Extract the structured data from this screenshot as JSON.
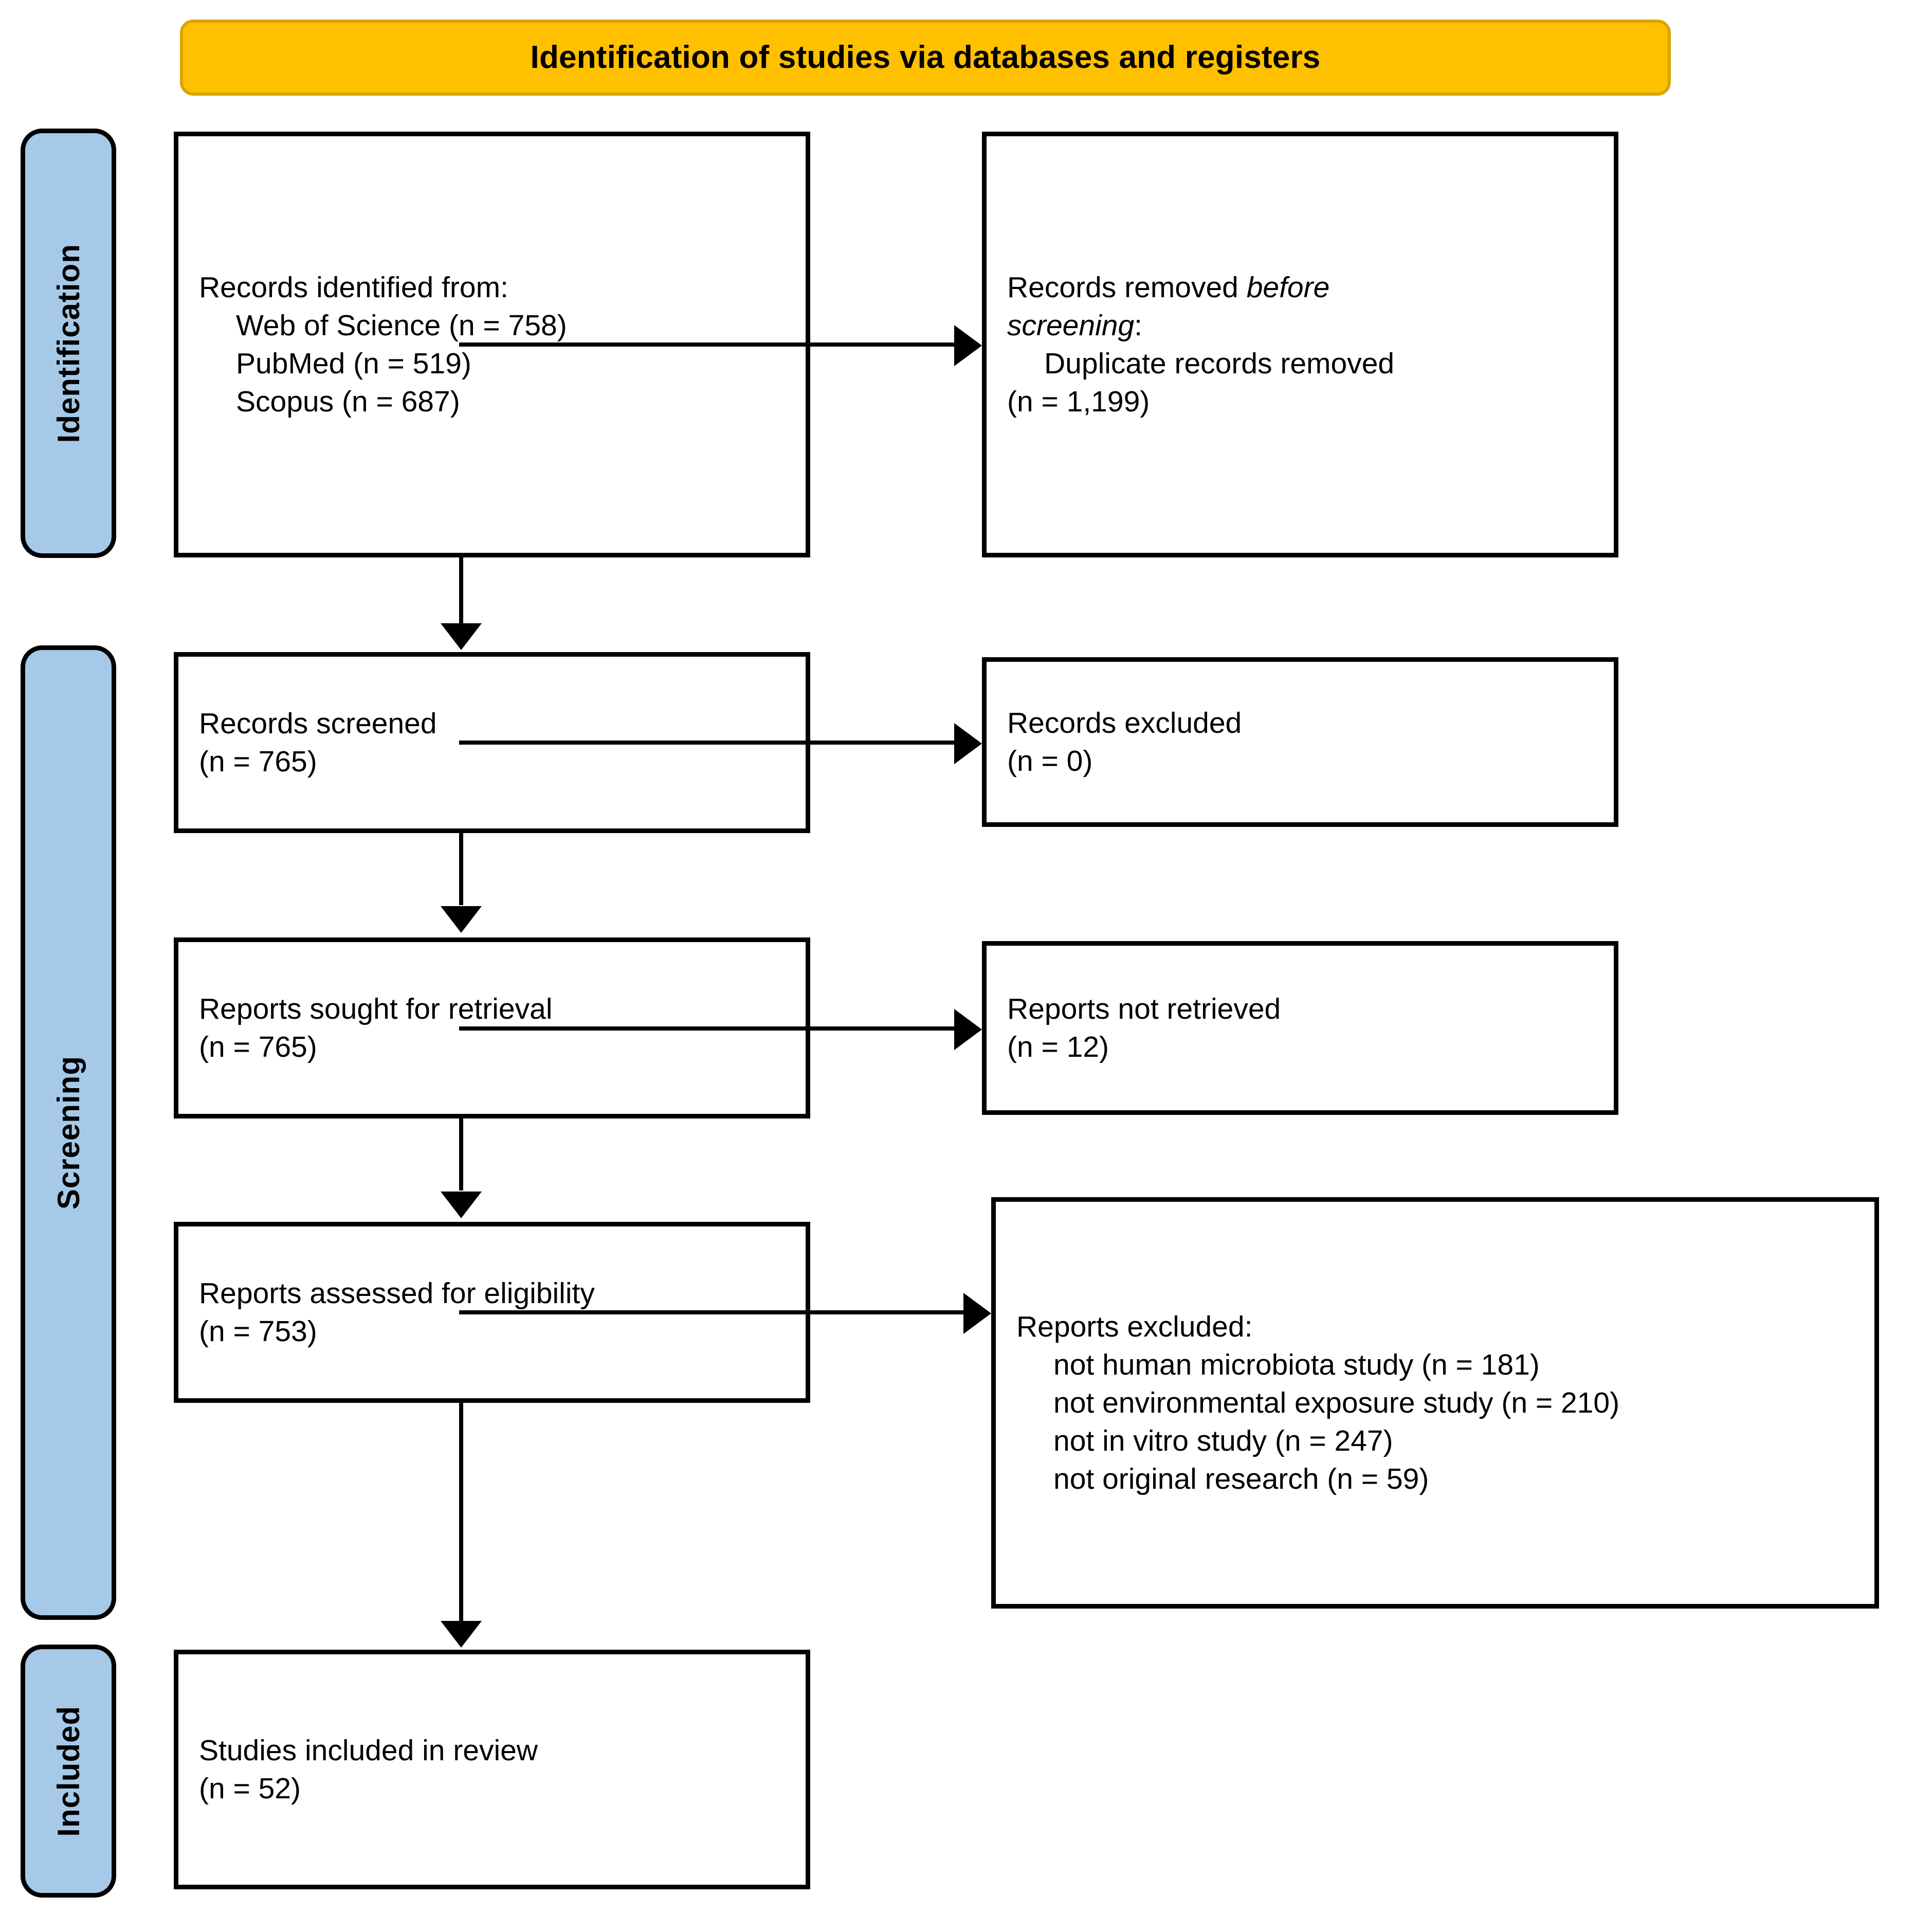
{
  "banner": {
    "title": "Identification of studies via databases and registers",
    "fill_color": "#FFC000",
    "border_color": "#D9A400"
  },
  "stages": {
    "fill_color": "#A6C9E8",
    "border_color": "#000000",
    "identification": "Identification",
    "screening": "Screening",
    "included": "Included"
  },
  "boxes": {
    "identified": {
      "line1": "Records identified from:",
      "line2": "Web of Science (n = 758)",
      "line3": "PubMed (n = 519)",
      "line4": "Scopus (n = 687)"
    },
    "removed": {
      "line1": "Records removed ",
      "line1_italic": "before",
      "line2_italic": "screening",
      "line2_tail": ":",
      "line3": "Duplicate records removed",
      "line4": "(n = 1,199)"
    },
    "screened": {
      "line1": "Records screened",
      "line2": "(n = 765)"
    },
    "excluded_records": {
      "line1": "Records excluded",
      "line2": "(n = 0)"
    },
    "sought": {
      "line1": "Reports sought for retrieval",
      "line2": "(n = 765)"
    },
    "not_retrieved": {
      "line1": "Reports not retrieved",
      "line2": "(n = 12)"
    },
    "assessed": {
      "line1": "Reports assessed for eligibility",
      "line2": "(n = 753)"
    },
    "excluded_reports": {
      "line1": "Reports excluded:",
      "line2": "not human microbiota study (n = 181)",
      "line3": "not environmental exposure study (n = 210)",
      "line4": "not in vitro study (n = 247)",
      "line5": "not original research (n = 59)"
    },
    "included": {
      "line1": "Studies included in review",
      "line2": "(n = 52)"
    }
  },
  "chart_data": {
    "type": "diagram",
    "title": "Identification of studies via databases and registers",
    "subtype": "PRISMA 2020 flow diagram",
    "stages": [
      "Identification",
      "Screening",
      "Included"
    ],
    "nodes": [
      {
        "id": "identified",
        "stage": "Identification",
        "column": "left",
        "label": "Records identified from:",
        "items": [
          {
            "source": "Web of Science",
            "n": 758
          },
          {
            "source": "PubMed",
            "n": 519
          },
          {
            "source": "Scopus",
            "n": 687
          }
        ]
      },
      {
        "id": "removed",
        "stage": "Identification",
        "column": "right",
        "label": "Records removed before screening:",
        "items": [
          {
            "reason": "Duplicate records removed",
            "n": 1199
          }
        ]
      },
      {
        "id": "screened",
        "stage": "Screening",
        "column": "left",
        "label": "Records screened",
        "n": 765
      },
      {
        "id": "excluded_records",
        "stage": "Screening",
        "column": "right",
        "label": "Records excluded",
        "n": 0
      },
      {
        "id": "sought",
        "stage": "Screening",
        "column": "left",
        "label": "Reports sought for retrieval",
        "n": 765
      },
      {
        "id": "not_retrieved",
        "stage": "Screening",
        "column": "right",
        "label": "Reports not retrieved",
        "n": 12
      },
      {
        "id": "assessed",
        "stage": "Screening",
        "column": "left",
        "label": "Reports assessed for eligibility",
        "n": 753
      },
      {
        "id": "excluded_reports",
        "stage": "Screening",
        "column": "right",
        "label": "Reports excluded:",
        "items": [
          {
            "reason": "not human microbiota study",
            "n": 181
          },
          {
            "reason": "not environmental exposure study",
            "n": 210
          },
          {
            "reason": "not in vitro study",
            "n": 247
          },
          {
            "reason": "not original research",
            "n": 59
          }
        ]
      },
      {
        "id": "included",
        "stage": "Included",
        "column": "left",
        "label": "Studies included in review",
        "n": 52
      }
    ],
    "edges": [
      {
        "from": "identified",
        "to": "removed",
        "direction": "right"
      },
      {
        "from": "identified",
        "to": "screened",
        "direction": "down"
      },
      {
        "from": "screened",
        "to": "excluded_records",
        "direction": "right"
      },
      {
        "from": "screened",
        "to": "sought",
        "direction": "down"
      },
      {
        "from": "sought",
        "to": "not_retrieved",
        "direction": "right"
      },
      {
        "from": "sought",
        "to": "assessed",
        "direction": "down"
      },
      {
        "from": "assessed",
        "to": "excluded_reports",
        "direction": "right"
      },
      {
        "from": "assessed",
        "to": "included",
        "direction": "down"
      }
    ]
  }
}
